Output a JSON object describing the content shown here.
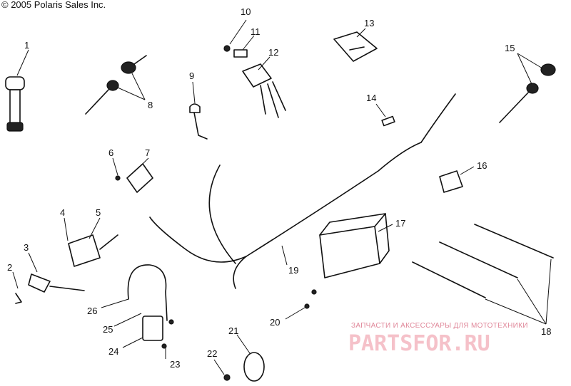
{
  "copyright": "© 2005 Polaris Sales Inc.",
  "callouts": [
    "1",
    "2",
    "3",
    "4",
    "5",
    "6",
    "7",
    "8",
    "9",
    "10",
    "11",
    "12",
    "13",
    "14",
    "15",
    "16",
    "17",
    "18",
    "19",
    "20",
    "21",
    "22",
    "23",
    "24",
    "25",
    "26"
  ],
  "watermark": {
    "tagline": "ЗАПЧАСТИ И АКСЕССУАРЫ ДЛЯ МОТОТЕХНИКИ",
    "logo": "PARTSFOR.RU",
    "color": "#e87a8f"
  }
}
